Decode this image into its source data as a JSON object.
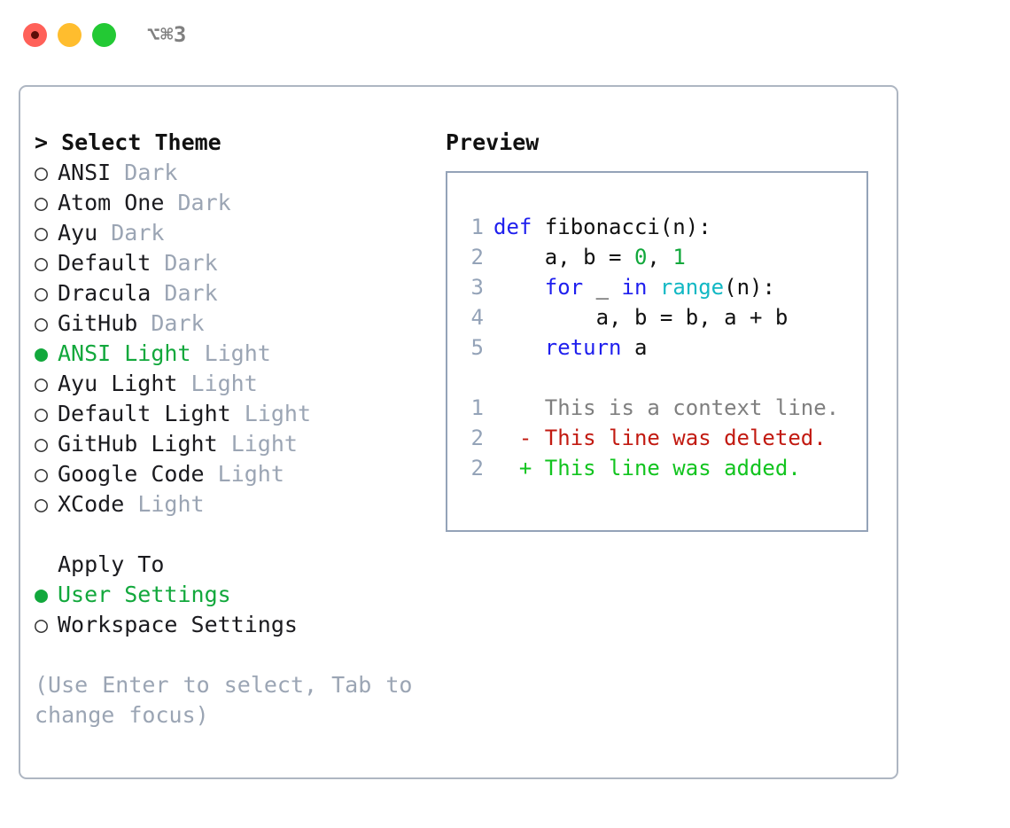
{
  "titlebar": {
    "shortcut": "⌥⌘3",
    "lights": [
      {
        "name": "close",
        "color": "#FF6159"
      },
      {
        "name": "minimize",
        "color": "#FFBD2E"
      },
      {
        "name": "maximize",
        "color": "#23C934"
      }
    ]
  },
  "theme_panel": {
    "title": "> Select Theme",
    "bullet_on": "●",
    "bullet_off": "○",
    "accent": "#12A83C",
    "options": [
      {
        "name": "ANSI",
        "variant": "Dark",
        "selected": false
      },
      {
        "name": "Atom One",
        "variant": "Dark",
        "selected": false
      },
      {
        "name": "Ayu",
        "variant": "Dark",
        "selected": false
      },
      {
        "name": "Default",
        "variant": "Dark",
        "selected": false
      },
      {
        "name": "Dracula",
        "variant": "Dark",
        "selected": false
      },
      {
        "name": "GitHub",
        "variant": "Dark",
        "selected": false
      },
      {
        "name": "ANSI Light",
        "variant": "Light",
        "selected": true
      },
      {
        "name": "Ayu Light",
        "variant": "Light",
        "selected": false
      },
      {
        "name": "Default Light",
        "variant": "Light",
        "selected": false
      },
      {
        "name": "GitHub Light",
        "variant": "Light",
        "selected": false
      },
      {
        "name": "Google Code",
        "variant": "Light",
        "selected": false
      },
      {
        "name": "XCode",
        "variant": "Light",
        "selected": false
      }
    ]
  },
  "apply_to": {
    "label": "Apply To",
    "options": [
      {
        "name": "User Settings",
        "selected": true
      },
      {
        "name": "Workspace Settings",
        "selected": false
      }
    ]
  },
  "hint": "(Use Enter to select, Tab to change focus)",
  "preview": {
    "title": "Preview",
    "code_lines": [
      {
        "no": "1",
        "tokens": [
          {
            "t": "def",
            "c": "kw"
          },
          {
            "t": " ",
            "c": "punc"
          },
          {
            "t": "fibonacci",
            "c": "id"
          },
          {
            "t": "(n):",
            "c": "punc"
          }
        ]
      },
      {
        "no": "2",
        "tokens": [
          {
            "t": "    a, b = ",
            "c": "id"
          },
          {
            "t": "0",
            "c": "num"
          },
          {
            "t": ", ",
            "c": "punc"
          },
          {
            "t": "1",
            "c": "num"
          }
        ]
      },
      {
        "no": "3",
        "tokens": [
          {
            "t": "    ",
            "c": "punc"
          },
          {
            "t": "for",
            "c": "kw"
          },
          {
            "t": " _ ",
            "c": "id"
          },
          {
            "t": "in",
            "c": "kw"
          },
          {
            "t": " ",
            "c": "punc"
          },
          {
            "t": "range",
            "c": "fn"
          },
          {
            "t": "(n):",
            "c": "punc"
          }
        ]
      },
      {
        "no": "4",
        "tokens": [
          {
            "t": "        a, b = b, a + b",
            "c": "id"
          }
        ]
      },
      {
        "no": "5",
        "tokens": [
          {
            "t": "    ",
            "c": "punc"
          },
          {
            "t": "return",
            "c": "kw"
          },
          {
            "t": " a",
            "c": "id"
          }
        ]
      }
    ],
    "diff_lines": [
      {
        "no": "1",
        "marker": " ",
        "text": "This is a context line.",
        "kind": "ctx"
      },
      {
        "no": "2",
        "marker": "-",
        "text": "This line was deleted.",
        "kind": "del"
      },
      {
        "no": "2",
        "marker": "+",
        "text": "This line was added.",
        "kind": "add"
      }
    ]
  }
}
